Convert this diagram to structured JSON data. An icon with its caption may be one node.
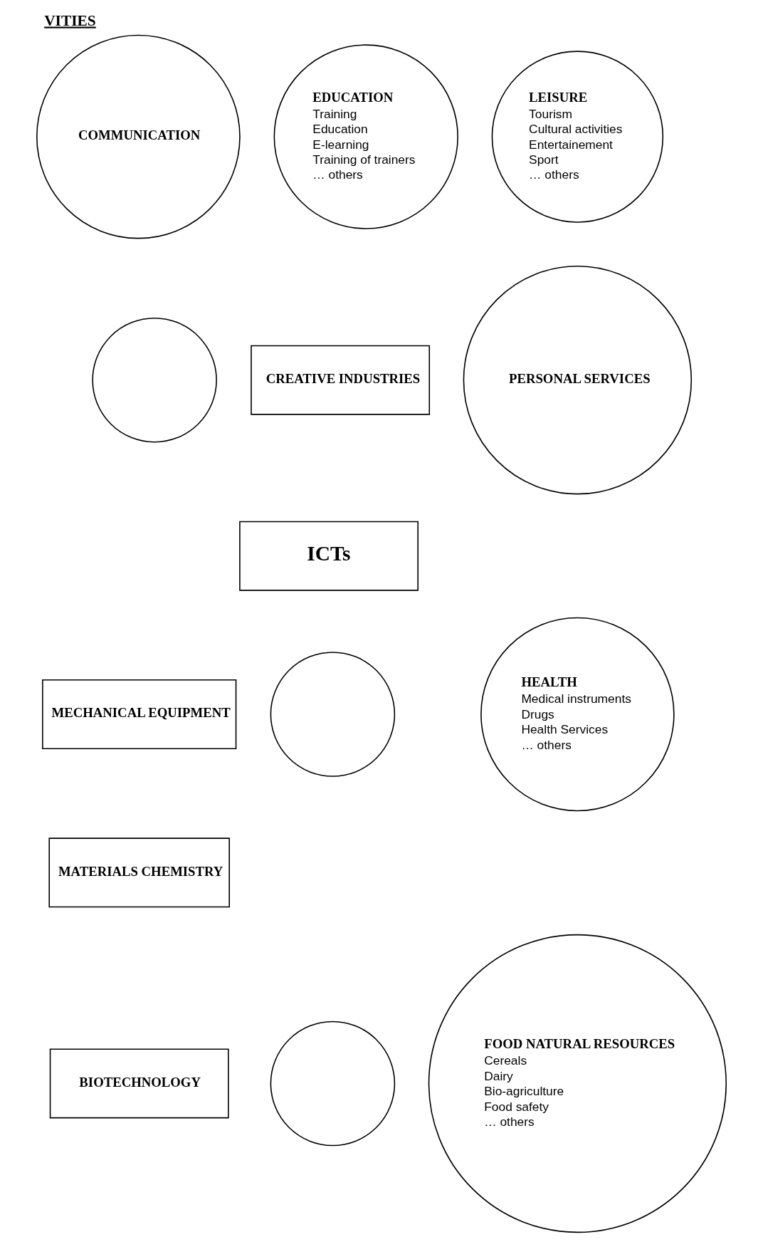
{
  "diagram": {
    "title": "VITIES",
    "nodes": [
      {
        "text": [
          "COMMUNICATION"
        ]
      },
      {
        "text": [
          "EDUCATION",
          "Training",
          "Education",
          "E-learning",
          "Training of trainers",
          "… others"
        ]
      },
      {
        "text": [
          "LEISURE",
          "Tourism",
          "Cultural activities",
          "Entertainement",
          "Sport",
          "… others"
        ]
      },
      {
        "text": [],
        "shape": "circle"
      },
      {
        "text": [
          "CREATIVE INDUSTRIES"
        ]
      },
      {
        "text": [
          "PERSONAL SERVICES"
        ]
      },
      {
        "text": [
          "ICTs"
        ]
      },
      {
        "text": [
          "MECHANICAL EQUIPMENT"
        ]
      },
      {
        "text": [],
        "shape": "circle"
      },
      {
        "text": [
          "HEALTH",
          "Medical instruments",
          "Drugs",
          "Health Services",
          "… others"
        ]
      },
      {
        "text": [
          "MATERIALS CHEMISTRY"
        ]
      },
      {
        "text": [
          "BIOTECHNOLOGY"
        ]
      },
      {
        "text": [],
        "shape": "circle"
      },
      {
        "text": [
          "FOOD NATURAL RESOURCES",
          "Cereals",
          "Dairy",
          "Bio-agriculture",
          "Food safety",
          "… others"
        ]
      }
    ]
  }
}
